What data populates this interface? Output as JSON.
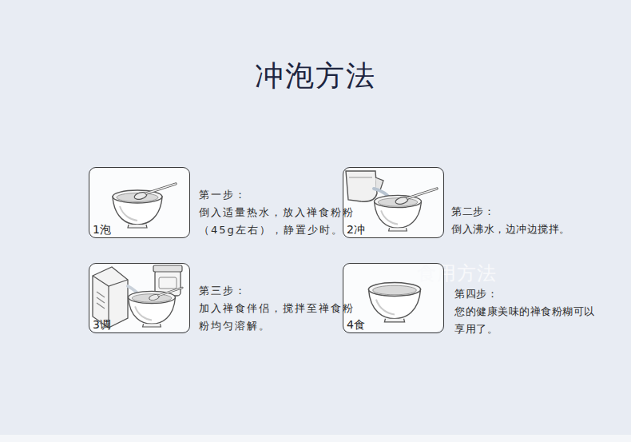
{
  "diagram": {
    "title": "冲泡方法",
    "nodes": [
      {
        "text": [
          "1泡",
          "第一步：",
          "倒入适量热水，放入禅食粉粉（45g左右），静置少时。"
        ]
      },
      {
        "text": [
          "2冲",
          "第二步：",
          "倒入沸水，边冲边搅拌。"
        ]
      },
      {
        "text": [
          "3调",
          "第三步：",
          "加入禅食伴侣，搅拌至禅食粉粉均匀溶解。"
        ]
      },
      {
        "text": [
          "4食",
          "第四步：",
          "您的健康美味的禅食粉糊可以享用了。"
        ]
      }
    ],
    "edges": [],
    "labels": [
      "食用方法"
    ]
  }
}
